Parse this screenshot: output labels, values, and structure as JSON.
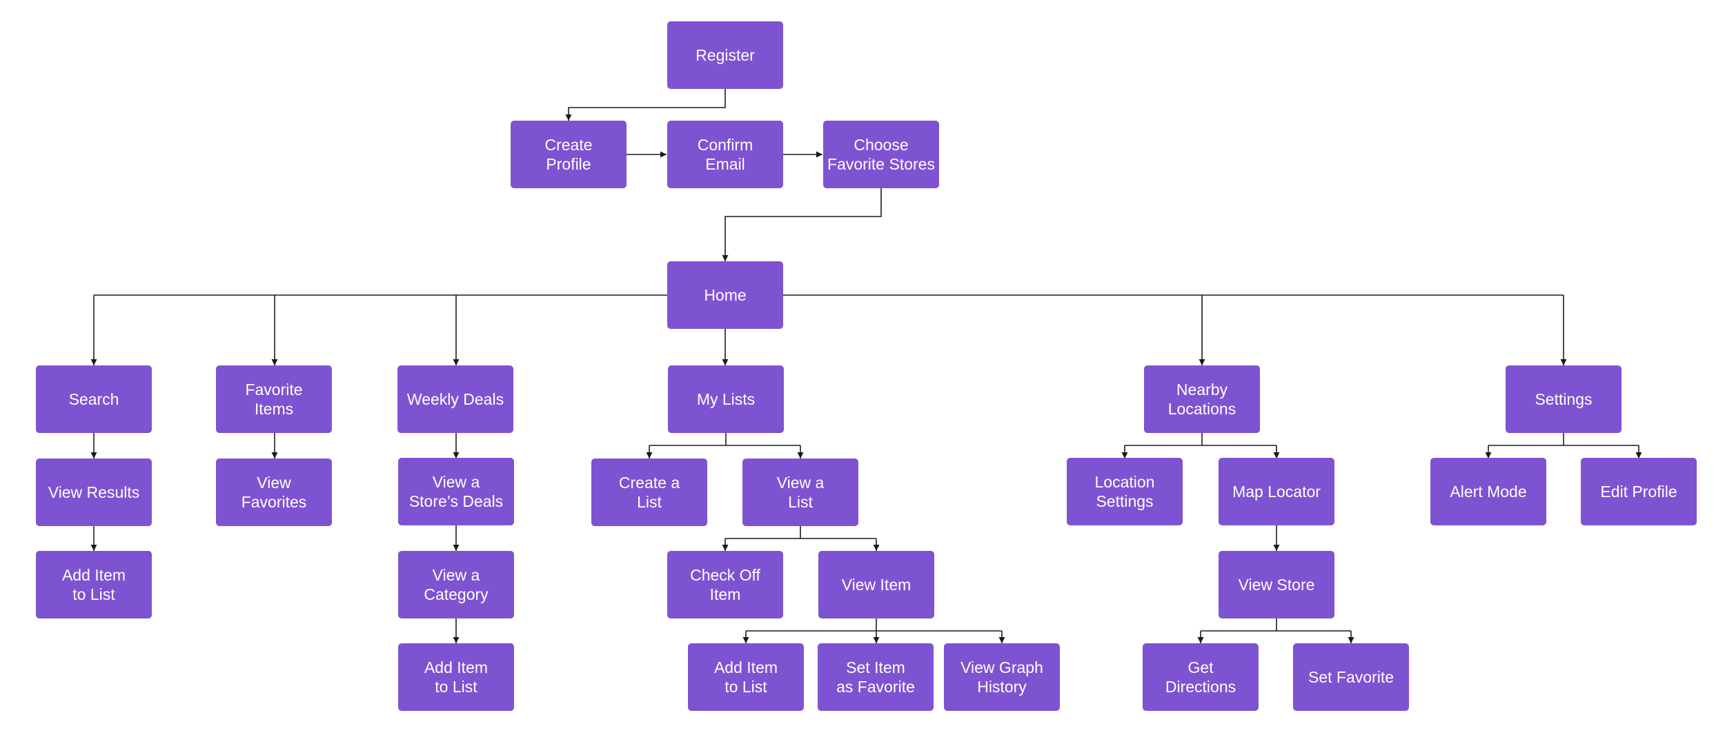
{
  "diagram": {
    "colors": {
      "node_fill": "#7e53d1",
      "node_text": "#ffffff",
      "connector": "#1a1a1a",
      "background": "#ffffff"
    },
    "nodes": {
      "register": "Register",
      "create_profile": "Create\nProfile",
      "confirm_email": "Confirm\nEmail",
      "choose_stores": "Choose\nFavorite Stores",
      "home": "Home",
      "search": "Search",
      "view_results": "View Results",
      "add_item_search": "Add Item\nto List",
      "favorite_items": "Favorite\nItems",
      "view_favorites": "View\nFavorites",
      "weekly_deals": "Weekly Deals",
      "view_store_deals": "View a\nStore’s Deals",
      "view_category": "View a\nCategory",
      "add_item_deals": "Add Item\nto List",
      "my_lists": "My Lists",
      "create_list": "Create a\nList",
      "view_list": "View a\nList",
      "check_off_item": "Check Off\nItem",
      "view_item": "View Item",
      "add_item_list": "Add Item\nto List",
      "set_item_favorite": "Set Item\nas Favorite",
      "view_graph_history": "View Graph\nHistory",
      "nearby_locations": "Nearby\nLocations",
      "location_settings": "Location\nSettings",
      "map_locator": "Map Locator",
      "view_store": "View Store",
      "get_directions": "Get\nDirections",
      "set_favorite": "Set Favorite",
      "settings": "Settings",
      "alert_mode": "Alert Mode",
      "edit_profile": "Edit Profile"
    }
  }
}
